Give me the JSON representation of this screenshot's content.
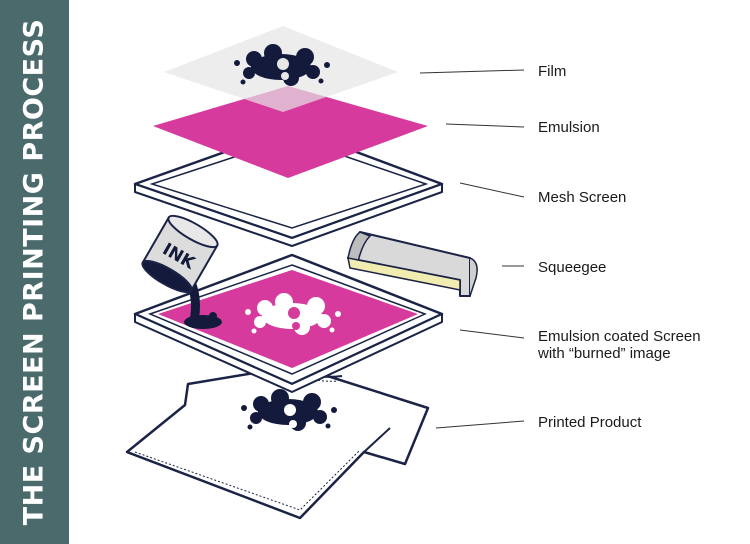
{
  "sidebar": {
    "title": "THE SCREEN PRINTING PROCESS"
  },
  "labels": {
    "film": "Film",
    "emulsion": "Emulsion",
    "mesh_screen": "Mesh Screen",
    "squeegee": "Squeegee",
    "coated_line1": "Emulsion coated Screen",
    "coated_line2": "with “burned” image",
    "printed_product": "Printed Product"
  },
  "ink_can_text": "INK",
  "colors": {
    "sidebar": "#4a6a6b",
    "emulsion": "#d63a9c",
    "ink": "#141a3c",
    "outline": "#1b2346",
    "squeegee_blade": "#f1ecb0",
    "film": "#efefef"
  }
}
